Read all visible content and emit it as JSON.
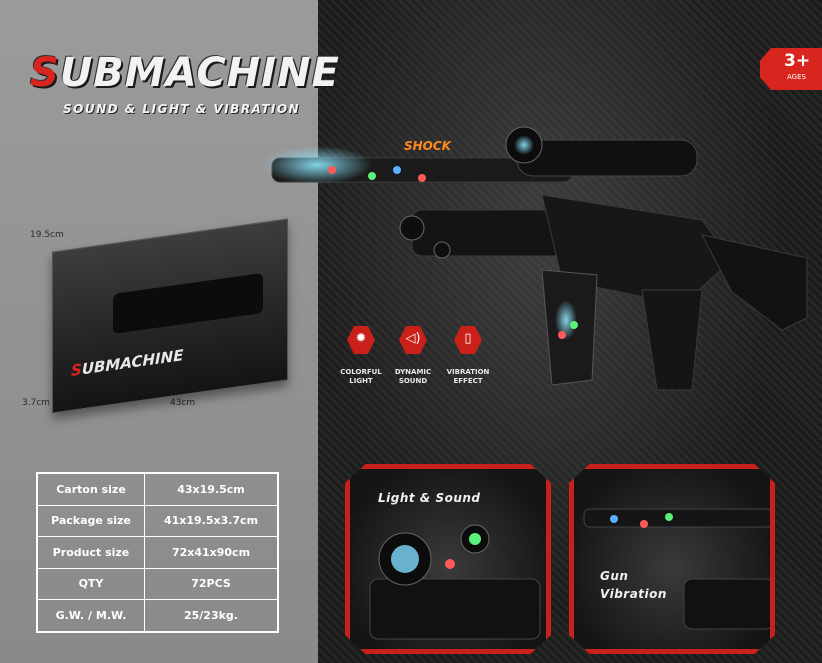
{
  "product": {
    "title_first_letter": "S",
    "title_rest": "UBMACHINE",
    "subtitle": "SOUND & LIGHT & VIBRATION"
  },
  "age_badge": {
    "value": "3+",
    "label": "AGES"
  },
  "box_dimensions": {
    "height": "19.5cm",
    "depth": "3.7cm",
    "width": "43cm"
  },
  "box_art": {
    "title_first_letter": "S",
    "title_rest": "UBMACHINE"
  },
  "effect_banner": "SHOCK",
  "features": [
    {
      "icon": "bulb-icon",
      "label_line1": "COLORFUL",
      "label_line2": "LIGHT"
    },
    {
      "icon": "speaker-icon",
      "label_line1": "DYNAMIC",
      "label_line2": "SOUND"
    },
    {
      "icon": "vibration-icon",
      "label_line1": "VIBRATION",
      "label_line2": "EFFECT"
    }
  ],
  "specs": [
    {
      "label": "Carton size",
      "value": "43x19.5cm"
    },
    {
      "label": "Package size",
      "value": "41x19.5x3.7cm"
    },
    {
      "label": "Product size",
      "value": "72x41x90cm"
    },
    {
      "label": "QTY",
      "value": "72PCS"
    },
    {
      "label": "G.W. / M.W.",
      "value": "25/23kg."
    }
  ],
  "insets": [
    {
      "label": "Light & Sound"
    },
    {
      "label_line1": "Gun",
      "label_line2": "Vibration"
    }
  ],
  "colors": {
    "accent_red": "#d8261e",
    "left_panel": "#8f8f8f",
    "dark_bg": "#1d1d1d"
  }
}
